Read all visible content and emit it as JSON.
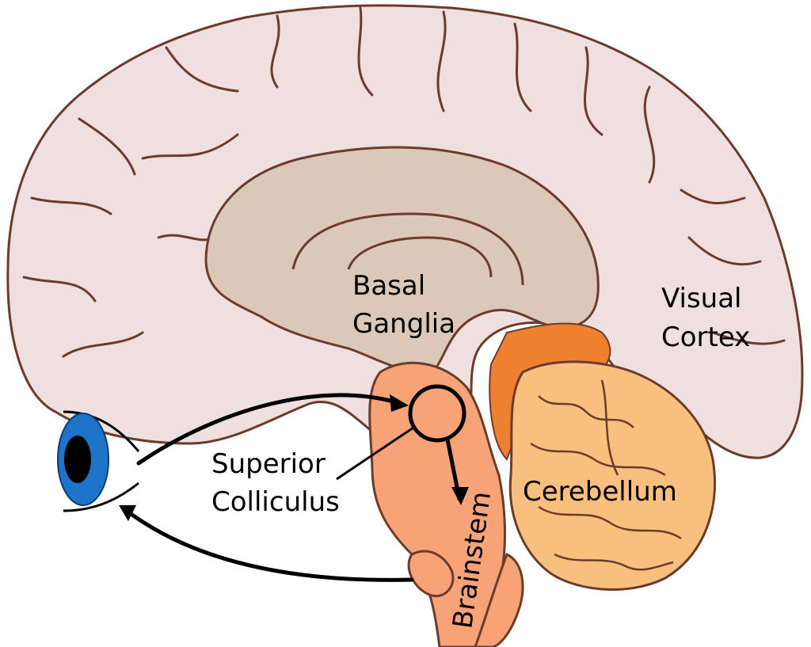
{
  "labels": {
    "basal_line1": "Basal",
    "basal_line2": "Ganglia",
    "visual_line1": "Visual",
    "visual_line2": "Cortex",
    "sc_line1": "Superior",
    "sc_line2": "Colliculus",
    "cerebellum": "Cerebellum",
    "brainstem": "Brainstem"
  },
  "colors": {
    "cortex": "#efe0df",
    "outline": "#6b3b2b",
    "inner": "#dcc8b8",
    "brainstem": "#f8a377",
    "cerebellum": "#f9bf7f",
    "occipital_orange": "#ef8030",
    "eye_iris": "#1e74c8",
    "pathway": "#000000"
  },
  "icons": {
    "eye": "eye-icon"
  }
}
